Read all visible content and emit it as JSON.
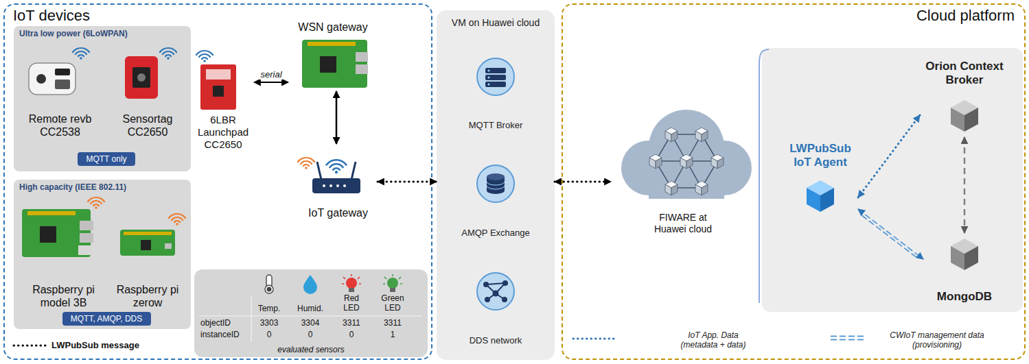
{
  "diagram": {
    "nodes": [
      {
        "text": [
          "IoT devices"
        ]
      },
      {
        "text": [
          "Ultra low power (6LoWPAN)"
        ],
        "in": 0
      },
      {
        "text": [
          "Remote revb CC2538"
        ],
        "in": 1
      },
      {
        "text": [
          "Sensortag CC2650"
        ],
        "in": 1
      },
      {
        "text": [
          "MQTT only"
        ],
        "in": 1
      },
      {
        "text": [
          "High capacity (IEEE 802.11)"
        ],
        "in": 0
      },
      {
        "text": [
          "Raspberry pi model 3B"
        ],
        "in": 5
      },
      {
        "text": [
          "Raspberry pi zerow"
        ],
        "in": 5
      },
      {
        "text": [
          "MQTT, AMQP, DDS"
        ],
        "in": 5
      },
      {
        "text": [
          "6LBR Launchpad CC2650"
        ],
        "in": 0
      },
      {
        "text": [
          "WSN gateway"
        ],
        "in": 0
      },
      {
        "text": [
          "IoT gateway"
        ],
        "in": 0
      },
      {
        "text": [
          "evaluated sensors"
        ],
        "in": 0
      },
      {
        "text": [
          "VM on Huawei cloud"
        ]
      },
      {
        "text": [
          "MQTT Broker"
        ],
        "in": 13
      },
      {
        "text": [
          "AMQP Exchange"
        ],
        "in": 13
      },
      {
        "text": [
          "DDS network"
        ],
        "in": 13
      },
      {
        "text": [
          "Cloud platform"
        ]
      },
      {
        "text": [
          "FIWARE at Huawei cloud"
        ],
        "in": 17
      },
      {
        "text": [
          "LWPubSub IoT Agent"
        ],
        "in": 17
      },
      {
        "text": [
          "Orion Context Broker"
        ],
        "in": 17
      },
      {
        "text": [
          "MongoDB"
        ],
        "in": 17
      }
    ],
    "edges": [
      {
        "from": 9,
        "to": 10,
        "label": "serial",
        "arrow": "both"
      },
      {
        "from": 10,
        "to": 11,
        "arrow": "both"
      },
      {
        "from": 11,
        "to": 13,
        "arrow": "both"
      },
      {
        "from": 13,
        "to": 18,
        "arrow": "both"
      },
      {
        "from": 19,
        "to": 20,
        "arrow": "both"
      },
      {
        "from": 19,
        "to": 21,
        "arrow": "both"
      },
      {
        "from": 20,
        "to": 21,
        "arrow": "both"
      }
    ],
    "labels": [
      "Temp.",
      "Humid.",
      "Red LED",
      "Green LED",
      "objectID",
      "3303",
      "3304",
      "3311",
      "3311",
      "instanceID",
      "0",
      "0",
      "0",
      "1"
    ],
    "legend": [
      {
        "text": "LWPubSub message"
      },
      {
        "text": "IoT App. Data (metadata + data)"
      },
      {
        "text": "CWIoT management data (provisioning)"
      }
    ]
  }
}
